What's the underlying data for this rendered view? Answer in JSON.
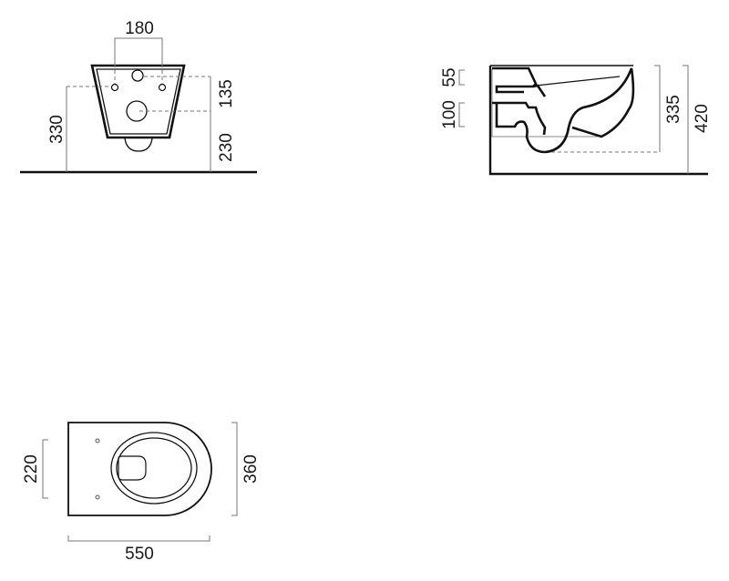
{
  "front_view": {
    "width_between_holes": "180",
    "hole_height": "330",
    "outlet_spacing": "135",
    "outlet_height": "230"
  },
  "side_view": {
    "top_offset": "55",
    "inlet_height": "100",
    "outlet_height": "335",
    "total_height": "420"
  },
  "plan_view": {
    "fixing_spacing": "220",
    "width": "360",
    "length": "550"
  },
  "colors": {
    "line": "#111111",
    "dimension": "#777777"
  }
}
